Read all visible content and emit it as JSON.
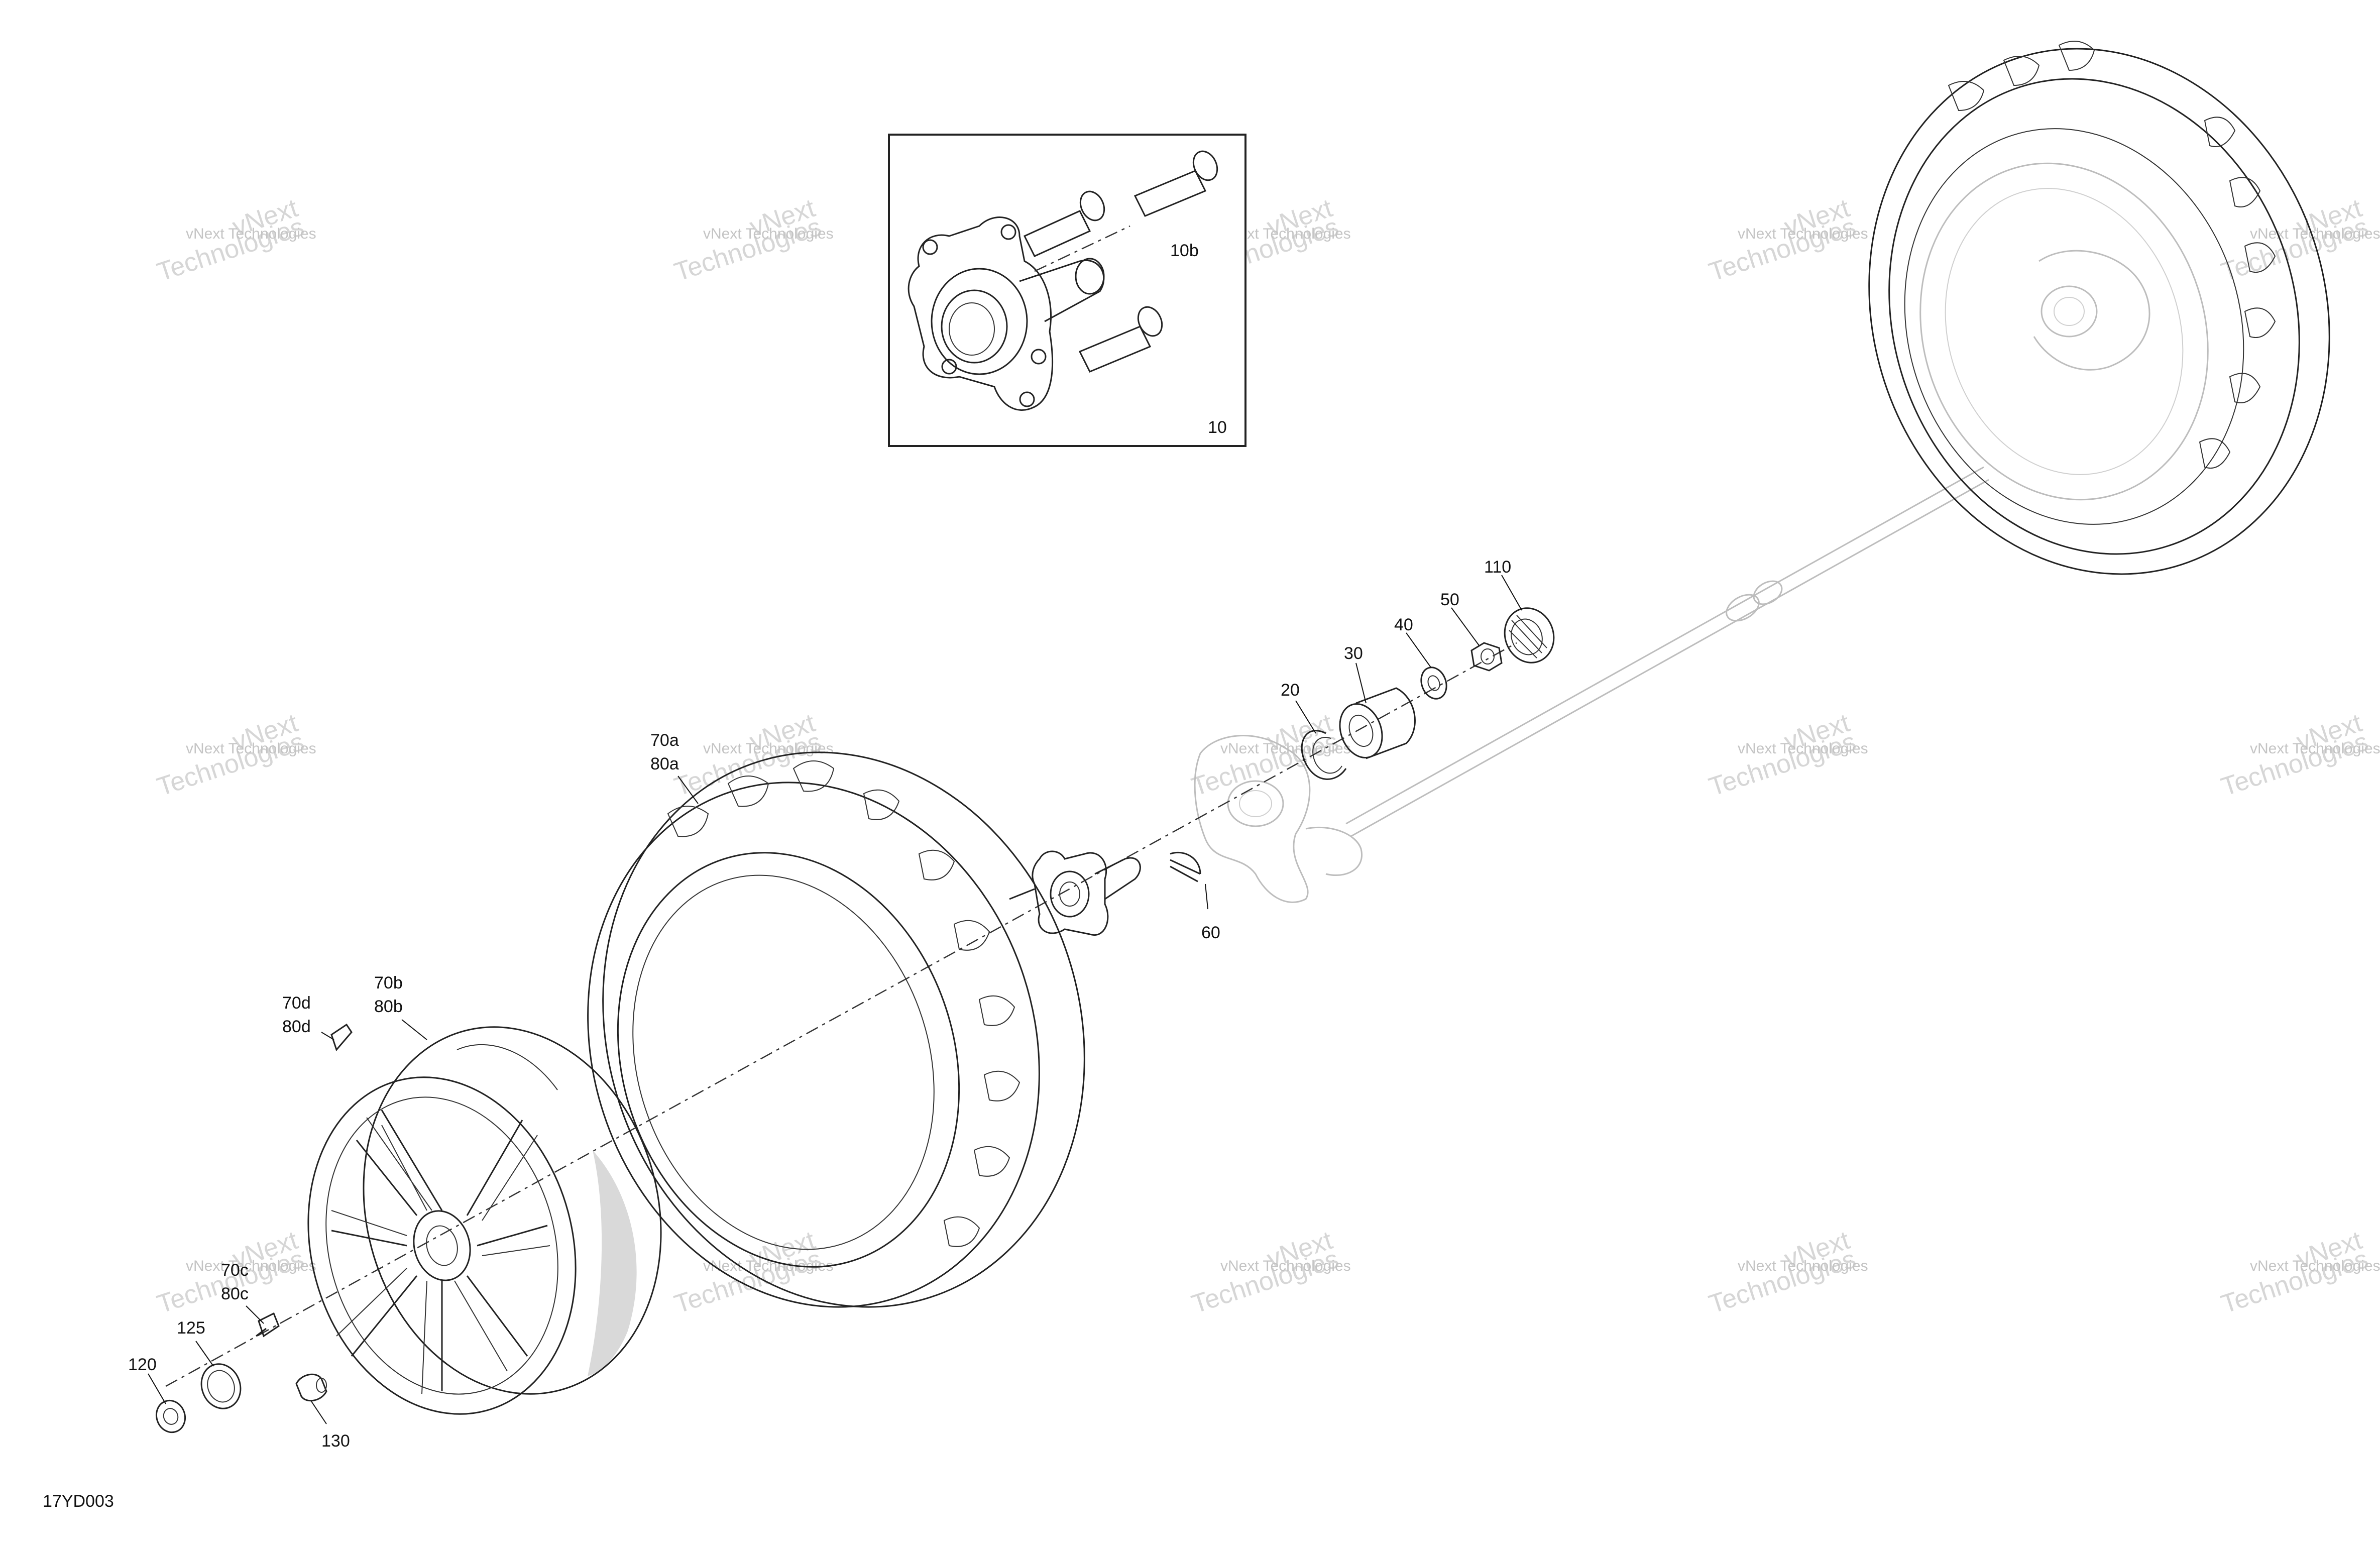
{
  "diagram": {
    "ref_code": "17YD003",
    "inset_label": "10",
    "part_labels": {
      "p10b": "10b",
      "p20": "20",
      "p30": "30",
      "p40": "40",
      "p50": "50",
      "p110": "110",
      "p60": "60",
      "p70a": "70a",
      "p80a": "80a",
      "p70b": "70b",
      "p80b": "80b",
      "p70d": "70d",
      "p80d": "80d",
      "p70c": "70c",
      "p80c": "80c",
      "p125": "125",
      "p120": "120",
      "p130": "130"
    }
  },
  "watermark": {
    "line1": "vNext",
    "line2": "Technologies",
    "line3": "vNext Technologies"
  },
  "colors": {
    "line": "#222222",
    "ghost": "#bdbdbd",
    "watermark": "#cccccc",
    "rim_shade": "#d9d9d9"
  }
}
